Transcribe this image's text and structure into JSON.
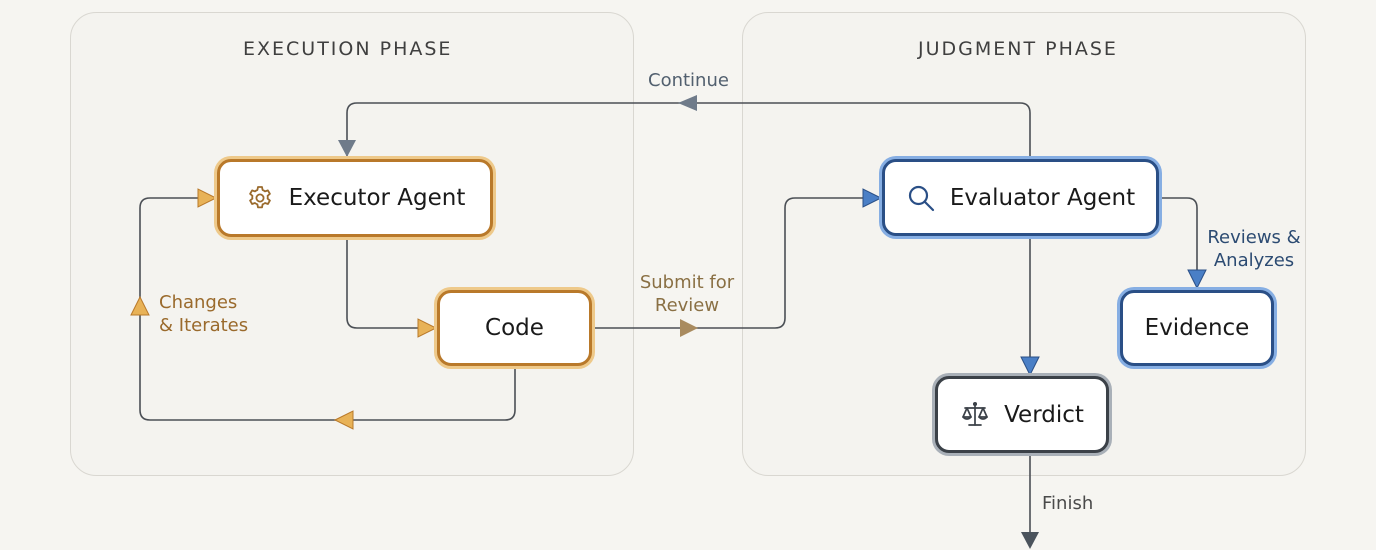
{
  "phases": {
    "execution": {
      "title": "EXECUTION PHASE"
    },
    "judgment": {
      "title": "JUDGMENT PHASE"
    }
  },
  "nodes": {
    "executor": {
      "label": "Executor Agent",
      "icon": "gear-icon"
    },
    "code": {
      "label": "Code"
    },
    "evaluator": {
      "label": "Evaluator Agent",
      "icon": "magnifier-icon"
    },
    "evidence": {
      "label": "Evidence"
    },
    "verdict": {
      "label": "Verdict",
      "icon": "scales-icon"
    }
  },
  "edges": {
    "continue": "Continue",
    "changes_line1": "Changes",
    "changes_line2": "& Iterates",
    "submit_line1": "Submit for",
    "submit_line2": "Review",
    "reviews_line1": "Reviews &",
    "reviews_line2": "Analyzes",
    "finish": "Finish"
  },
  "colors": {
    "execution_accent": "#e8b257",
    "judgment_accent": "#4a7fc6",
    "verdict_accent": "#4b535c",
    "connector": "#4b4f55",
    "continue_arrow": "#6f7b8a",
    "submit_arrow": "#a98b5f"
  }
}
